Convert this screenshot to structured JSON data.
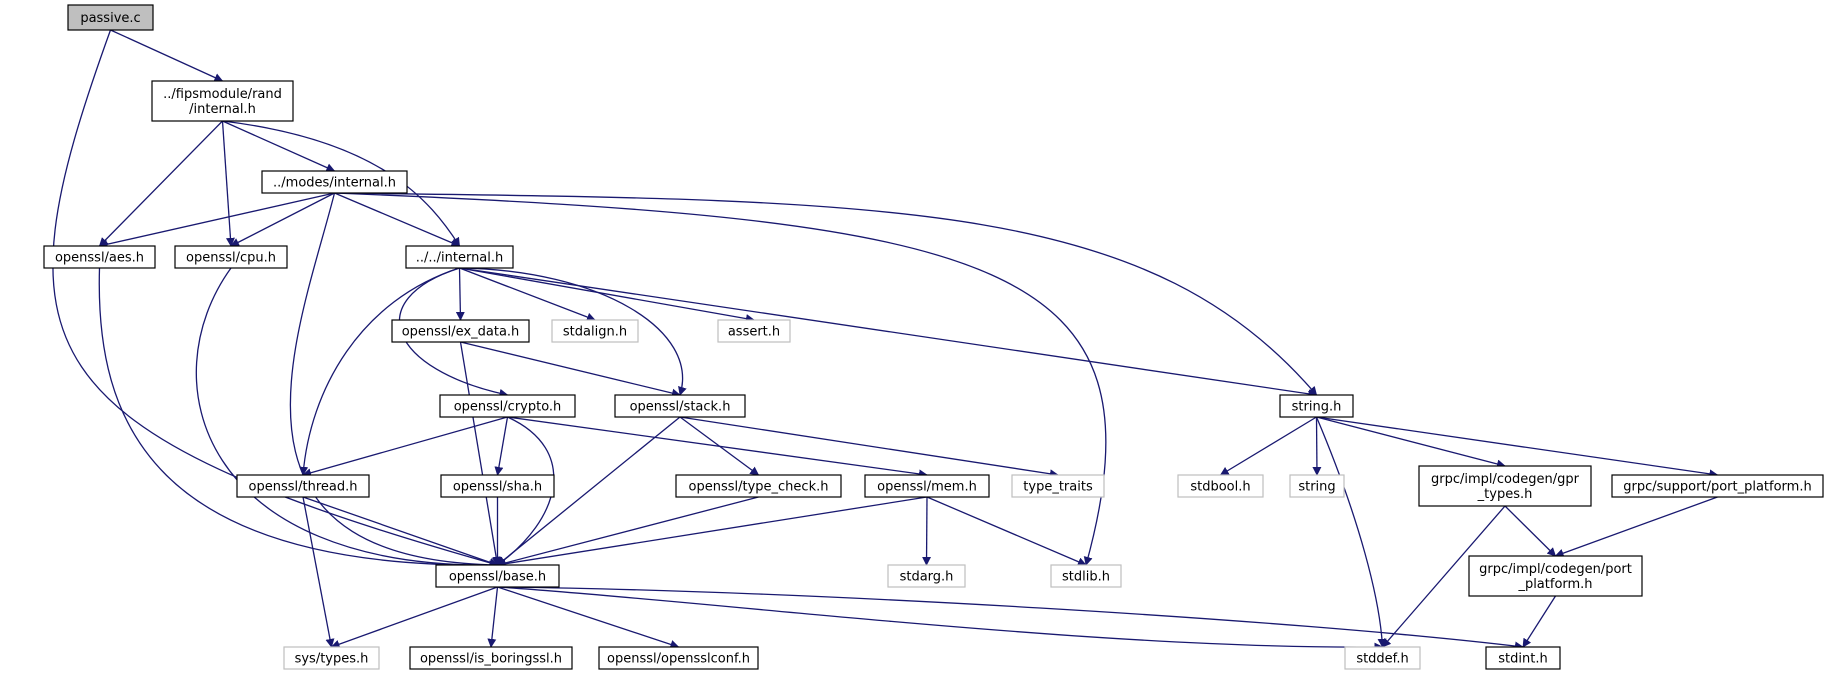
{
  "graph": {
    "title": "passive.c",
    "colors": {
      "edge": "#191970",
      "node_border": "#000000",
      "external_border": "#bfbfbf",
      "root_fill": "#bfbfbf",
      "node_fill": "#ffffff"
    },
    "nodes": [
      {
        "id": "passive_c",
        "lines": [
          "passive.c"
        ],
        "kind": "root"
      },
      {
        "id": "fips_rand_internal",
        "lines": [
          "../fipsmodule/rand",
          "/internal.h"
        ],
        "kind": "file"
      },
      {
        "id": "modes_internal",
        "lines": [
          "../modes/internal.h"
        ],
        "kind": "file"
      },
      {
        "id": "aes_h",
        "lines": [
          "openssl/aes.h"
        ],
        "kind": "file"
      },
      {
        "id": "cpu_h",
        "lines": [
          "openssl/cpu.h"
        ],
        "kind": "file"
      },
      {
        "id": "dotdot_internal",
        "lines": [
          "../../internal.h"
        ],
        "kind": "file"
      },
      {
        "id": "ex_data_h",
        "lines": [
          "openssl/ex_data.h"
        ],
        "kind": "file"
      },
      {
        "id": "stdalign_h",
        "lines": [
          "stdalign.h"
        ],
        "kind": "external"
      },
      {
        "id": "assert_h",
        "lines": [
          "assert.h"
        ],
        "kind": "external"
      },
      {
        "id": "crypto_h",
        "lines": [
          "openssl/crypto.h"
        ],
        "kind": "file"
      },
      {
        "id": "stack_h",
        "lines": [
          "openssl/stack.h"
        ],
        "kind": "file"
      },
      {
        "id": "string_h",
        "lines": [
          "string.h"
        ],
        "kind": "file"
      },
      {
        "id": "thread_h",
        "lines": [
          "openssl/thread.h"
        ],
        "kind": "file"
      },
      {
        "id": "sha_h",
        "lines": [
          "openssl/sha.h"
        ],
        "kind": "file"
      },
      {
        "id": "type_check_h",
        "lines": [
          "openssl/type_check.h"
        ],
        "kind": "file"
      },
      {
        "id": "mem_h",
        "lines": [
          "openssl/mem.h"
        ],
        "kind": "file"
      },
      {
        "id": "type_traits",
        "lines": [
          "type_traits"
        ],
        "kind": "external"
      },
      {
        "id": "stdbool_h",
        "lines": [
          "stdbool.h"
        ],
        "kind": "external"
      },
      {
        "id": "string",
        "lines": [
          "string"
        ],
        "kind": "external"
      },
      {
        "id": "gpr_types_h",
        "lines": [
          "grpc/impl/codegen/gpr",
          "_types.h"
        ],
        "kind": "file"
      },
      {
        "id": "port_platform_support",
        "lines": [
          "grpc/support/port_platform.h"
        ],
        "kind": "file"
      },
      {
        "id": "base_h",
        "lines": [
          "openssl/base.h"
        ],
        "kind": "file"
      },
      {
        "id": "stdarg_h",
        "lines": [
          "stdarg.h"
        ],
        "kind": "external"
      },
      {
        "id": "stdlib_h",
        "lines": [
          "stdlib.h"
        ],
        "kind": "external"
      },
      {
        "id": "port_platform_codegen",
        "lines": [
          "grpc/impl/codegen/port",
          "_platform.h"
        ],
        "kind": "file"
      },
      {
        "id": "sys_types_h",
        "lines": [
          "sys/types.h"
        ],
        "kind": "external"
      },
      {
        "id": "is_boringssl_h",
        "lines": [
          "openssl/is_boringssl.h"
        ],
        "kind": "file"
      },
      {
        "id": "opensslconf_h",
        "lines": [
          "openssl/opensslconf.h"
        ],
        "kind": "file"
      },
      {
        "id": "stddef_h",
        "lines": [
          "stddef.h"
        ],
        "kind": "external"
      },
      {
        "id": "stdint_h",
        "lines": [
          "stdint.h"
        ],
        "kind": "file"
      }
    ],
    "edges": [
      {
        "from": "passive_c",
        "to": "fips_rand_internal"
      },
      {
        "from": "passive_c",
        "to": "base_h"
      },
      {
        "from": "fips_rand_internal",
        "to": "modes_internal"
      },
      {
        "from": "fips_rand_internal",
        "to": "aes_h"
      },
      {
        "from": "fips_rand_internal",
        "to": "cpu_h"
      },
      {
        "from": "fips_rand_internal",
        "to": "dotdot_internal"
      },
      {
        "from": "modes_internal",
        "to": "aes_h"
      },
      {
        "from": "modes_internal",
        "to": "cpu_h"
      },
      {
        "from": "modes_internal",
        "to": "dotdot_internal"
      },
      {
        "from": "modes_internal",
        "to": "base_h"
      },
      {
        "from": "modes_internal",
        "to": "string_h"
      },
      {
        "from": "modes_internal",
        "to": "stdlib_h"
      },
      {
        "from": "aes_h",
        "to": "base_h"
      },
      {
        "from": "cpu_h",
        "to": "base_h"
      },
      {
        "from": "dotdot_internal",
        "to": "ex_data_h"
      },
      {
        "from": "dotdot_internal",
        "to": "stdalign_h"
      },
      {
        "from": "dotdot_internal",
        "to": "assert_h"
      },
      {
        "from": "dotdot_internal",
        "to": "crypto_h"
      },
      {
        "from": "dotdot_internal",
        "to": "stack_h"
      },
      {
        "from": "dotdot_internal",
        "to": "string_h"
      },
      {
        "from": "dotdot_internal",
        "to": "thread_h"
      },
      {
        "from": "ex_data_h",
        "to": "stack_h"
      },
      {
        "from": "ex_data_h",
        "to": "base_h"
      },
      {
        "from": "crypto_h",
        "to": "thread_h"
      },
      {
        "from": "crypto_h",
        "to": "sha_h"
      },
      {
        "from": "crypto_h",
        "to": "mem_h"
      },
      {
        "from": "crypto_h",
        "to": "base_h"
      },
      {
        "from": "stack_h",
        "to": "type_check_h"
      },
      {
        "from": "stack_h",
        "to": "type_traits"
      },
      {
        "from": "stack_h",
        "to": "base_h"
      },
      {
        "from": "thread_h",
        "to": "base_h"
      },
      {
        "from": "thread_h",
        "to": "sys_types_h"
      },
      {
        "from": "sha_h",
        "to": "base_h"
      },
      {
        "from": "type_check_h",
        "to": "base_h"
      },
      {
        "from": "mem_h",
        "to": "base_h"
      },
      {
        "from": "mem_h",
        "to": "stdarg_h"
      },
      {
        "from": "mem_h",
        "to": "stdlib_h"
      },
      {
        "from": "string_h",
        "to": "stdbool_h"
      },
      {
        "from": "string_h",
        "to": "string"
      },
      {
        "from": "string_h",
        "to": "gpr_types_h"
      },
      {
        "from": "string_h",
        "to": "port_platform_support"
      },
      {
        "from": "string_h",
        "to": "stddef_h"
      },
      {
        "from": "gpr_types_h",
        "to": "port_platform_codegen"
      },
      {
        "from": "gpr_types_h",
        "to": "stddef_h"
      },
      {
        "from": "port_platform_support",
        "to": "port_platform_codegen"
      },
      {
        "from": "port_platform_codegen",
        "to": "stdint_h"
      },
      {
        "from": "base_h",
        "to": "sys_types_h"
      },
      {
        "from": "base_h",
        "to": "is_boringssl_h"
      },
      {
        "from": "base_h",
        "to": "opensslconf_h"
      },
      {
        "from": "base_h",
        "to": "stddef_h"
      },
      {
        "from": "base_h",
        "to": "stdint_h"
      }
    ]
  }
}
